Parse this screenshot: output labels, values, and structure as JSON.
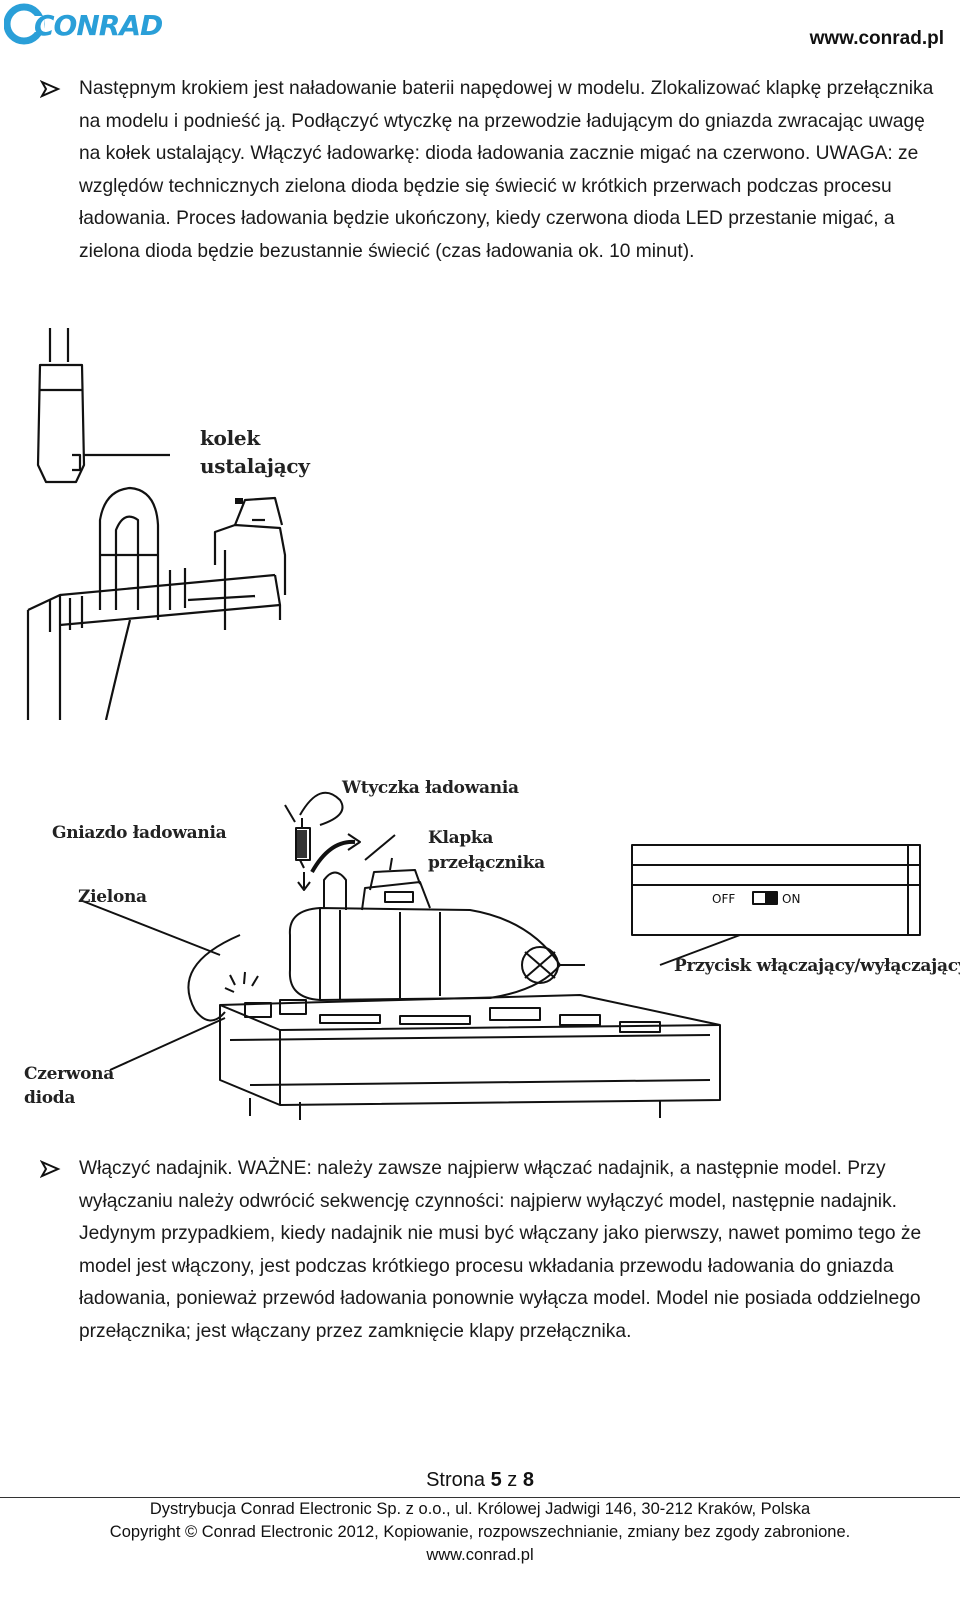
{
  "header": {
    "logo_text": "CONRAD",
    "site_url": "www.conrad.pl"
  },
  "content": {
    "paragraph_1": "Następnym krokiem jest naładowanie baterii napędowej w modelu. Zlokalizować klapkę przełącznika na modelu i podnieść ją. Podłączyć wtyczkę na przewodzie ładującym do gniazda zwracając uwagę na kołek ustalający. Włączyć ładowarkę: dioda ładowania zacznie migać na czerwono. UWAGA: ze względów technicznych  zielona dioda będzie się świecić w krótkich przerwach podczas procesu ładowania. Proces ładowania będzie ukończony, kiedy czerwona dioda LED przestanie migać, a zielona dioda będzie bezustannie świecić (czas ładowania ok. 10 minut).",
    "paragraph_2": "Włączyć nadajnik. WAŻNE: należy zawsze najpierw włączać nadajnik, a następnie model. Przy wyłączaniu należy odwrócić sekwencję czynności: najpierw wyłączyć model, następnie nadajnik. Jedynym przypadkiem, kiedy nadajnik nie musi być włączany jako pierwszy, nawet pomimo tego że model jest włączony, jest podczas krótkiego procesu wkładania przewodu ładowania do gniazda ładowania, ponieważ przewód ładowania ponownie wyłącza model. Model nie posiada oddzielnego przełącznika; jest włączany przez zamknięcie klapy przełącznika."
  },
  "figure_1": {
    "label_line1": "kolek",
    "label_line2": "ustalający"
  },
  "figure_2": {
    "label_plug": "Wtyczka ładowania",
    "label_socket": "Gniazdo ładowania",
    "label_flap_line1": "Klapka",
    "label_flap_line2": "przełącznika",
    "label_green": "Zielona",
    "label_red_line1": "Czerwona",
    "label_red_line2": "dioda",
    "label_switch": "Przycisk włączający/wyłączający",
    "switch_off": "OFF",
    "switch_on": "ON"
  },
  "footer": {
    "page_prefix": "Strona",
    "page_current": "5",
    "page_sep": "z",
    "page_total": "8",
    "line1": "Dystrybucja Conrad Electronic Sp. z o.o., ul. Królowej Jadwigi 146, 30-212 Kraków, Polska",
    "line2": "Copyright © Conrad Electronic 2012, Kopiowanie, rozpowszechnianie, zmiany bez zgody zabronione.",
    "line3": "www.conrad.pl"
  },
  "colors": {
    "logo_blue": "#2a9fd8",
    "text": "#1a1a1a"
  }
}
